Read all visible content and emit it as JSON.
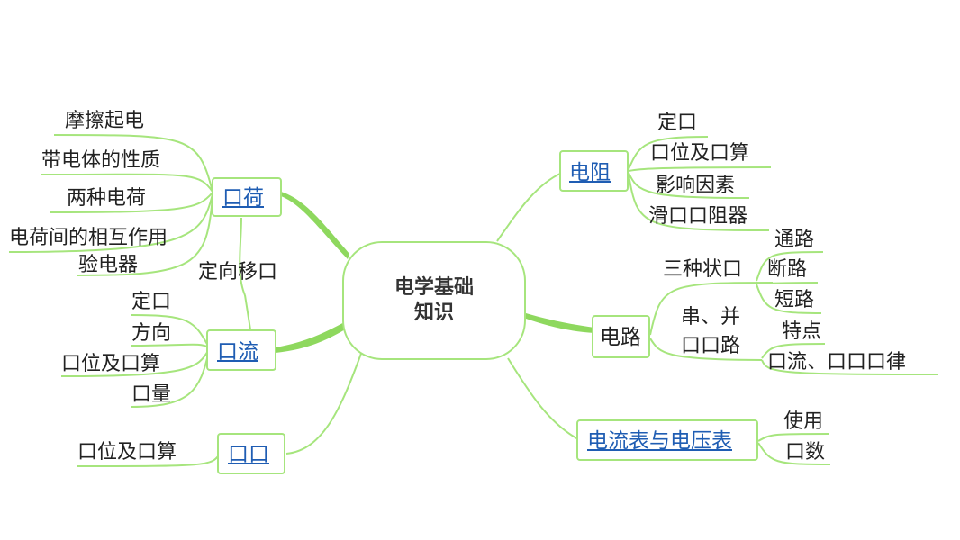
{
  "center": {
    "title": "电学基础知识"
  },
  "branches": {
    "charge": {
      "label": "口荷",
      "leaves": [
        "摩擦起电",
        "带电体的性质",
        "两种电荷",
        "电荷间的相互作用",
        "验电器"
      ],
      "connector_label": "定向移口"
    },
    "current": {
      "label": "口流",
      "leaves": [
        "定口",
        "方向",
        "口位及口算",
        "口量"
      ]
    },
    "voltage": {
      "label": "口口",
      "leaves": [
        "口位及口算"
      ]
    },
    "resistance": {
      "label": "电阻",
      "leaves": [
        "定口",
        "口位及口算",
        "影响因素",
        "滑口口阻器"
      ]
    },
    "circuit": {
      "label": "电路",
      "states": {
        "label": "三种状口",
        "leaves": [
          "通路",
          "断路",
          "短路"
        ]
      },
      "series_parallel": {
        "label_line1": "串、并",
        "label_line2": "口口路",
        "leaves": [
          "特点",
          "口流、口口口律"
        ]
      }
    },
    "meters": {
      "label": "电流表与电压表",
      "leaves": [
        "使用",
        "口数"
      ]
    }
  },
  "colors": {
    "branch_line": "#a6e57d",
    "thick_line": "#8ed85e",
    "node_border": "#a6e57d",
    "link_text": "#1f5db3",
    "text": "#222222",
    "center_text": "#333333"
  }
}
